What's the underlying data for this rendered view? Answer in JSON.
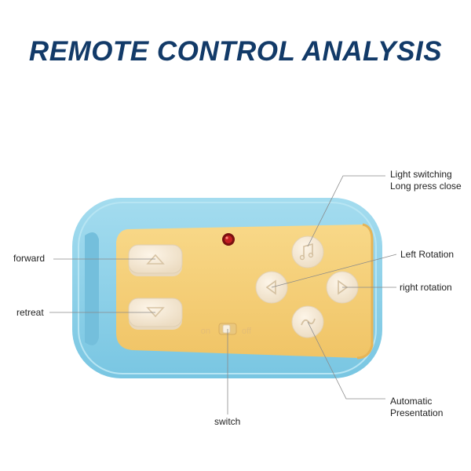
{
  "page": {
    "title": "REMOTE CONTROL ANALYSIS"
  },
  "labels": {
    "light_line1": "Light switching",
    "light_line2": "Long press close",
    "left_rotation": "Left Rotation",
    "right_rotation": "right rotation",
    "forward": "forward",
    "retreat": "retreat",
    "auto_line1": "Automatic",
    "auto_line2": "Presentation",
    "switch": "switch"
  },
  "device": {
    "switch_on_text": "on",
    "switch_off_text": "off",
    "colors": {
      "shell": "#8fd3ea",
      "panel": "#f5cf7a",
      "button": "#f8ecd9",
      "led": "#b2161a",
      "title": "#123a68"
    }
  },
  "icons": {
    "light_button": "music-note-icon",
    "left_button": "triangle-left-icon",
    "right_button": "triangle-right-icon",
    "auto_button": "squiggle-icon",
    "forward_button": "triangle-up-icon",
    "retreat_button": "triangle-down-icon"
  }
}
